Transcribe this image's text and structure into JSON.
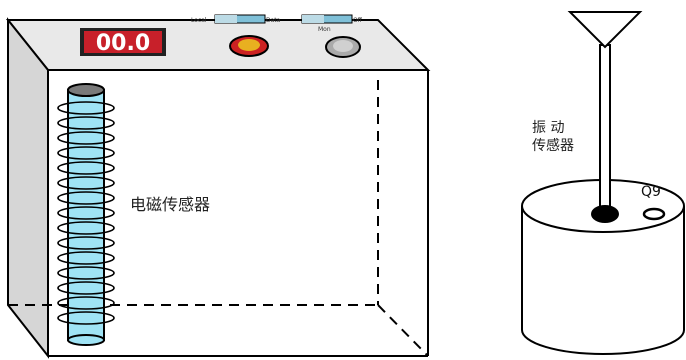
{
  "box": {
    "display_value": "00.0",
    "switch_left_labels": [
      "Local",
      "Data"
    ],
    "switch_right_labels": [
      "",
      "Off"
    ],
    "switch_right_bottom_label": "Mon",
    "colors": {
      "top_face": "#e9e9e9",
      "side_face": "#d6d6d6",
      "display_bg": "#c8202a",
      "coil_tube": "#9fe3f5",
      "switch_fill": "#7fc0d8",
      "knob_red": "#cc2222",
      "knob_yellow": "#e8b020",
      "knob_gray": "#aaaaaa"
    }
  },
  "labels": {
    "electromagnetic_sensor": "电磁传感器",
    "vibration_sensor_line1": "振 动",
    "vibration_sensor_line2": "传感器",
    "port": "Q9"
  },
  "icons": {
    "funnel": "funnel-icon",
    "coil": "coil-icon"
  }
}
